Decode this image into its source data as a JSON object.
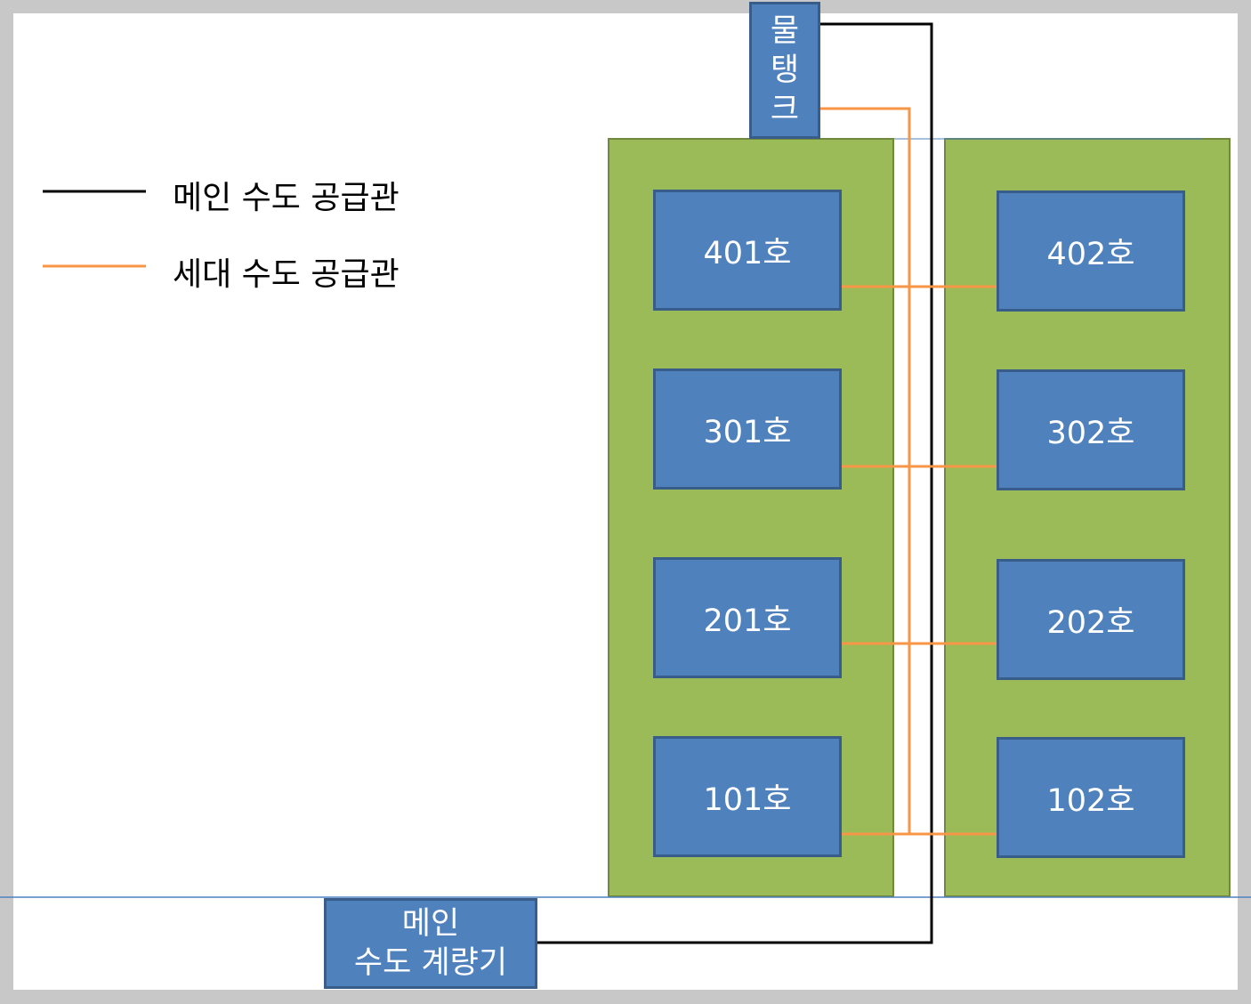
{
  "legend": {
    "main_line_label": "메인 수도 공급관",
    "unit_line_label": "세대 수도 공급관"
  },
  "tank": {
    "line1": "물",
    "line2": "탱",
    "line3": "크"
  },
  "meter": {
    "line1": "메인",
    "line2": "수도 계량기"
  },
  "units": {
    "u401": "401호",
    "u402": "402호",
    "u301": "301호",
    "u302": "302호",
    "u201": "201호",
    "u202": "202호",
    "u101": "101호",
    "u102": "102호"
  },
  "colors": {
    "main_line": "#000000",
    "unit_line": "#f79646",
    "building_fill": "#9bbb59",
    "unit_fill": "#4f81bd"
  }
}
